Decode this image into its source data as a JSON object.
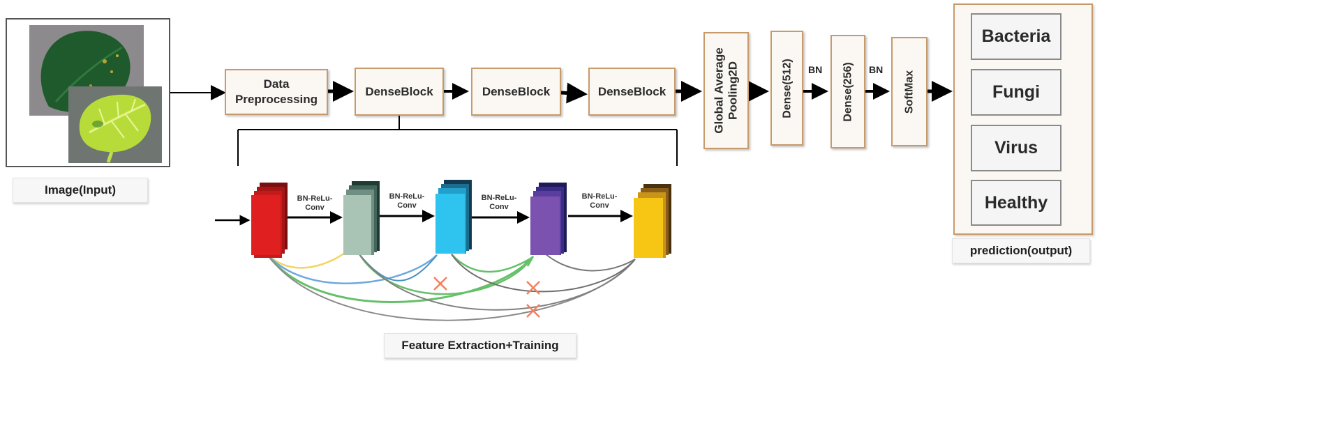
{
  "input": {
    "caption": "Image(Input)"
  },
  "pipeline": {
    "preprocess_line1": "Data",
    "preprocess_line2": "Preprocessing",
    "dense_blocks": [
      "DenseBlock",
      "DenseBlock",
      "DenseBlock"
    ],
    "gap_line1": "Global Average",
    "gap_line2": "Pooling2D",
    "dense512": "Dense(512)",
    "bn1": "BN",
    "dense256": "Dense(256)",
    "bn2": "BN",
    "softmax": "SoftMax"
  },
  "output": {
    "classes": [
      "Bacteria",
      "Fungi",
      "Virus",
      "Healthy"
    ],
    "caption": "prediction(output)"
  },
  "feature": {
    "transition_label_line1": "BN-ReLu-",
    "transition_label_line2": "Conv",
    "caption": "Feature Extraction+Training",
    "layer_colors": [
      "#e02020",
      "#a9c4b4",
      "#2ec4ef",
      "#7b52b0",
      "#f7c614"
    ]
  }
}
